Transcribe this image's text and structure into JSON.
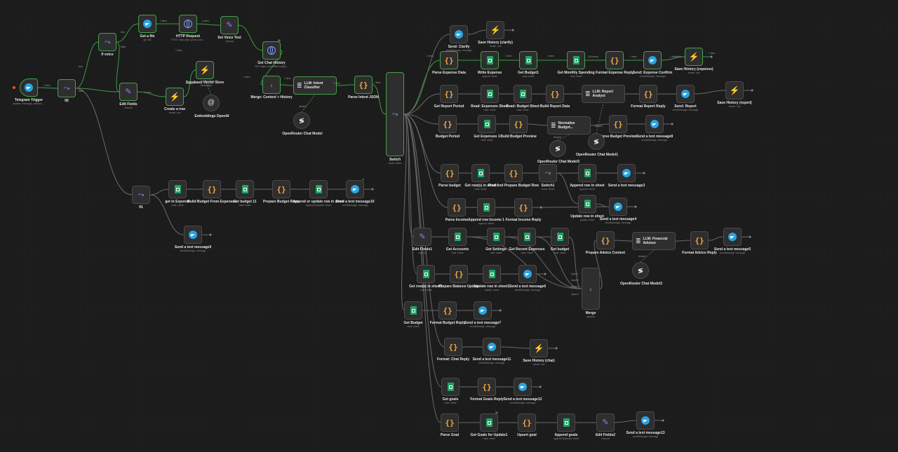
{
  "nodes": [
    {
      "id": "tg",
      "label": "Telegram Trigger",
      "sub": "updates: message, callback_...",
      "icon": "telegram-icon",
      "kind": "trigger",
      "done": true
    },
    {
      "id": "if2",
      "label": "If2",
      "sub": "",
      "icon": "switch-icon",
      "done": true
    },
    {
      "id": "ifvoice",
      "label": "If voice",
      "sub": "",
      "icon": "switch-icon",
      "done": true
    },
    {
      "id": "getfile",
      "label": "Get a file",
      "sub": "get: file",
      "icon": "telegram-icon",
      "done": true
    },
    {
      "id": "httpreq",
      "label": "HTTP Request",
      "sub": "POST: https://api.openai.com...",
      "icon": "globe-icon",
      "done": true
    },
    {
      "id": "setvoice",
      "label": "Set Voice Text",
      "sub": "manual",
      "icon": "edit-icon",
      "done": true
    },
    {
      "id": "getchat",
      "label": "Get Chat History",
      "sub": "GET: https://u.localdb/chat/get...",
      "icon": "globe-icon",
      "done": true,
      "badge": "11"
    },
    {
      "id": "editfields",
      "label": "Edit Fields",
      "sub": "manual",
      "icon": "edit-icon",
      "done": true
    },
    {
      "id": "createrow",
      "label": "Create a row",
      "sub": "create: row",
      "icon": "bolt-icon",
      "done": true
    },
    {
      "id": "supabase",
      "label": "Supabase Vector Store",
      "sub": "",
      "icon": "vector-icon",
      "done": true
    },
    {
      "id": "embed",
      "label": "Embeddings OpenAI",
      "sub": "",
      "icon": "at-icon",
      "kind": "sub"
    },
    {
      "id": "mergectx",
      "label": "Merge: Context + History",
      "sub": "",
      "icon": "merge-icon",
      "done": true
    },
    {
      "id": "llmintent",
      "label": "LLM: Intent Classifier",
      "sub": "",
      "icon": "ai-icon",
      "kind": "wide",
      "done": true
    },
    {
      "id": "orchat",
      "label": "OpenRouter Chat Model",
      "sub": "",
      "icon": "openrouter-icon",
      "kind": "sub"
    },
    {
      "id": "parseintent",
      "label": "Parse Intent JSON",
      "sub": "",
      "icon": "code-icon",
      "done": true
    },
    {
      "id": "switch",
      "label": "Switch",
      "sub": "mode: Rules",
      "icon": "switch-icon",
      "kind": "tall",
      "done": true
    },
    {
      "id": "sendclarify",
      "label": "Send: Clarify",
      "sub": "sendMessage: message",
      "icon": "telegram-icon"
    },
    {
      "id": "savehistclarify",
      "label": "Save History (clarify)",
      "sub": "create: row",
      "icon": "bolt-icon"
    },
    {
      "id": "parseexp",
      "label": "Parse Expense Data",
      "sub": "",
      "icon": "code-icon",
      "done": true
    },
    {
      "id": "writeexp",
      "label": "Write Expense",
      "sub": "append: sheet",
      "icon": "sheet-icon",
      "done": true
    },
    {
      "id": "getbudget1",
      "label": "Get Budget1",
      "sub": "read: sheet",
      "icon": "sheet-icon",
      "done": true
    },
    {
      "id": "getmonthly",
      "label": "Get Monthly Spending",
      "sub": "read: sheet",
      "icon": "sheet-icon",
      "done": true
    },
    {
      "id": "formatexp",
      "label": "Format Expense Reply",
      "sub": "",
      "icon": "code-icon",
      "done": true
    },
    {
      "id": "sendexp",
      "label": "Send: Expense Confirm",
      "sub": "sendMessage: message",
      "icon": "telegram-icon",
      "done": true
    },
    {
      "id": "savehistexp",
      "label": "Save History (expense)",
      "sub": "create: row",
      "icon": "bolt-icon",
      "done": true
    },
    {
      "id": "getreportperiod",
      "label": "Get Report Period",
      "sub": "",
      "icon": "code-icon"
    },
    {
      "id": "readexpsheet",
      "label": "Read: Expenses Sheet",
      "sub": "read: sheet",
      "icon": "sheet-icon"
    },
    {
      "id": "readbudgetsheet",
      "label": "Read: Budget Sheet",
      "sub": "read: sheet",
      "icon": "sheet-icon"
    },
    {
      "id": "buildreport",
      "label": "Build Report Data",
      "sub": "",
      "icon": "code-icon"
    },
    {
      "id": "llmreport",
      "label": "LLM: Report Analyst",
      "sub": "",
      "icon": "ai-icon",
      "kind": "wide"
    },
    {
      "id": "formatreport",
      "label": "Format Report Reply",
      "sub": "",
      "icon": "code-icon"
    },
    {
      "id": "sendreport",
      "label": "Send: Report",
      "sub": "sendMessage: message",
      "icon": "telegram-icon"
    },
    {
      "id": "savehistreport",
      "label": "Save History (report)",
      "sub": "create: row",
      "icon": "bolt-icon"
    },
    {
      "id": "budgetperiod",
      "label": "Budget Period",
      "sub": "",
      "icon": "code-icon"
    },
    {
      "id": "getexp1",
      "label": "Get Expenses 1",
      "sub": "read: sheet",
      "icon": "sheet-icon"
    },
    {
      "id": "buildbudgetprev",
      "label": "Build Budget Preview",
      "sub": "",
      "icon": "code-icon"
    },
    {
      "id": "normbudget",
      "label": "Normalize Budget...",
      "sub": "",
      "icon": "ai-icon",
      "kind": "wide"
    },
    {
      "id": "parsebudgetprev",
      "label": "Parse Budget Preview",
      "sub": "",
      "icon": "code-icon"
    },
    {
      "id": "sendmsg8",
      "label": "Send a text message8",
      "sub": "sendMessage: message",
      "icon": "telegram-icon"
    },
    {
      "id": "orchat3",
      "label": "OpenRouter Chat Model3",
      "sub": "",
      "icon": "openrouter-icon",
      "kind": "sub"
    },
    {
      "id": "orchat1",
      "label": "OpenRouter Chat Model1",
      "sub": "",
      "icon": "openrouter-icon",
      "kind": "sub"
    },
    {
      "id": "parsebudget",
      "label": "Parse budget",
      "sub": "",
      "icon": "code-icon"
    },
    {
      "id": "getrowsinsheet",
      "label": "Get row(s) in sheet",
      "sub": "read: sheet",
      "icon": "sheet-icon"
    },
    {
      "id": "findprepbudget",
      "label": "Find And Prepare Budget Row",
      "sub": "",
      "icon": "code-icon"
    },
    {
      "id": "switch1",
      "label": "Switch1",
      "sub": "mode: Rules",
      "icon": "switch-icon"
    },
    {
      "id": "appendrowsheet",
      "label": "Append row in sheet",
      "sub": "append: sheet",
      "icon": "sheet-icon"
    },
    {
      "id": "sendmsg3",
      "label": "Send a text message3",
      "sub": "",
      "icon": "telegram-icon"
    },
    {
      "id": "updaterowsheet",
      "label": "Update row in sheet",
      "sub": "update: sheet",
      "icon": "sheet-icon"
    },
    {
      "id": "sendmsg4",
      "label": "Send a text message4",
      "sub": "sendMessage: message",
      "icon": "telegram-icon"
    },
    {
      "id": "parseincome",
      "label": "Parse Income",
      "sub": "",
      "icon": "code-icon"
    },
    {
      "id": "appendincome",
      "label": "Append row Income 1",
      "sub": "append: sheet",
      "icon": "sheet-icon"
    },
    {
      "id": "formatincome",
      "label": "Format Income Reply",
      "sub": "",
      "icon": "code-icon"
    },
    {
      "id": "editfields1",
      "label": "Edit Fields1",
      "sub": "manual",
      "icon": "edit-icon"
    },
    {
      "id": "getaccounts",
      "label": "Get Accounts",
      "sub": "read: sheet",
      "icon": "sheet-icon"
    },
    {
      "id": "getsettings",
      "label": "Get Settings",
      "sub": "read: sheet",
      "icon": "sheet-icon"
    },
    {
      "id": "getrecentexp",
      "label": "Get Recent Expenses",
      "sub": "read: sheet",
      "icon": "sheet-icon"
    },
    {
      "id": "getbudget",
      "label": "Get budget",
      "sub": "read: sheet",
      "icon": "sheet-icon"
    },
    {
      "id": "prepadvice",
      "label": "Prepare Advice Context",
      "sub": "",
      "icon": "code-icon"
    },
    {
      "id": "llmfinance",
      "label": "LLM: Financial Advisor",
      "sub": "",
      "icon": "ai-icon",
      "kind": "wide"
    },
    {
      "id": "formatadvice",
      "label": "Format Advice Reply",
      "sub": "",
      "icon": "code-icon"
    },
    {
      "id": "sendmsg5",
      "label": "Send a text message5",
      "sub": "sendMessage: message",
      "icon": "telegram-icon"
    },
    {
      "id": "orchat2",
      "label": "OpenRouter Chat Model2",
      "sub": "",
      "icon": "openrouter-icon",
      "kind": "sub"
    },
    {
      "id": "merge",
      "label": "Merge",
      "sub": "append",
      "icon": "merge-icon",
      "kind": "xtall"
    },
    {
      "id": "getrowsinsheet1",
      "label": "Get row(s) in sheet1",
      "sub": "read: sheet",
      "icon": "sheet-icon"
    },
    {
      "id": "prepbalance",
      "label": "Prepare Balance Update",
      "sub": "",
      "icon": "code-icon"
    },
    {
      "id": "updaterowsheet1",
      "label": "Update row in sheet1",
      "sub": "update: sheet",
      "icon": "sheet-icon"
    },
    {
      "id": "sendmsg6",
      "label": "Send a text message6",
      "sub": "sendMessage: message",
      "icon": "telegram-icon"
    },
    {
      "id": "getbudget2",
      "label": "Get Budget",
      "sub": "read: sheet",
      "icon": "sheet-icon"
    },
    {
      "id": "formatbudget",
      "label": "Format Budget Reply",
      "sub": "",
      "icon": "code-icon"
    },
    {
      "id": "sendmsg7",
      "label": "Send a text message7",
      "sub": "sendMessage: message",
      "icon": "telegram-icon"
    },
    {
      "id": "formatchat",
      "label": "Format: Chat Reply",
      "sub": "",
      "icon": "code-icon"
    },
    {
      "id": "sendmsg11",
      "label": "Send a text message11",
      "sub": "sendMessage: message",
      "icon": "telegram-icon"
    },
    {
      "id": "savehistchat",
      "label": "Save History (chat)",
      "sub": "create: row",
      "icon": "bolt-icon"
    },
    {
      "id": "getgoals",
      "label": "Get goals",
      "sub": "read: sheet",
      "icon": "sheet-icon"
    },
    {
      "id": "formatgoals",
      "label": "Format Goals Reply",
      "sub": "",
      "icon": "code-icon"
    },
    {
      "id": "sendmsg12",
      "label": "Send a text message12",
      "sub": "sendMessage: message",
      "icon": "telegram-icon"
    },
    {
      "id": "parsegoal",
      "label": "Parse Goal",
      "sub": "",
      "icon": "code-icon"
    },
    {
      "id": "getgoalsupdate",
      "label": "Get Goals for Update1",
      "sub": "read: sheet",
      "icon": "sheet-icon",
      "badge": "11"
    },
    {
      "id": "upsertgoal",
      "label": "Upsert goal",
      "sub": "",
      "icon": "code-icon"
    },
    {
      "id": "appendgoals",
      "label": "Append goals",
      "sub": "appendOrUpdate: sheet",
      "icon": "sheet-icon"
    },
    {
      "id": "editfields2",
      "label": "Edit Fields2",
      "sub": "manual",
      "icon": "edit-icon"
    },
    {
      "id": "sendmsg13",
      "label": "Send a text message13",
      "sub": "sendMessage: message",
      "icon": "telegram-icon"
    },
    {
      "id": "if1",
      "label": "If1",
      "sub": "",
      "icon": "switch-icon"
    },
    {
      "id": "getinexpense",
      "label": "get In Expense",
      "sub": "read: sheet",
      "icon": "sheet-icon"
    },
    {
      "id": "buildbudgetfrom",
      "label": "Build Budget From Expenses",
      "sub": "",
      "icon": "code-icon"
    },
    {
      "id": "getbudget11",
      "label": "Get budget 11",
      "sub": "read: sheet",
      "icon": "sheet-icon"
    },
    {
      "id": "prepbudgetrows",
      "label": "Prepare Budget Rows",
      "sub": "",
      "icon": "code-icon"
    },
    {
      "id": "appendupdatesheet",
      "label": "Append or update row in sheet",
      "sub": "appendOrUpdate: sheet",
      "icon": "sheet-icon"
    },
    {
      "id": "sendmsg10",
      "label": "Send a text message10",
      "sub": "sendMessage: message",
      "icon": "telegram-icon",
      "badge": "1"
    },
    {
      "id": "sendmsg9",
      "label": "Send a text message9",
      "sub": "sendMessage: message",
      "icon": "telegram-icon"
    }
  ],
  "edge_labels": [
    {
      "id": "e-tg",
      "text": "1 item"
    },
    {
      "id": "e-if2-true",
      "text": "true"
    },
    {
      "id": "e-if2-false",
      "text": "false"
    },
    {
      "id": "e-ifv-true",
      "text": "true"
    },
    {
      "id": "e-ifv-false",
      "text": "false"
    },
    {
      "id": "e-getfile",
      "text": "1 item"
    },
    {
      "id": "e-http",
      "text": "1 item"
    },
    {
      "id": "e-setvoice",
      "text": "1 item"
    },
    {
      "id": "e-edit",
      "text": "1 item"
    },
    {
      "id": "e-create",
      "text": "1 item"
    },
    {
      "id": "e-merge-in",
      "text": "1 item"
    },
    {
      "id": "e-merge-out",
      "text": "1 item"
    },
    {
      "id": "e-llm",
      "text": "1 item"
    },
    {
      "id": "e-parse",
      "text": "1 item"
    },
    {
      "id": "e-exp1",
      "text": "1 item"
    },
    {
      "id": "e-exp2",
      "text": "1 item"
    },
    {
      "id": "e-exp3",
      "text": "1 item"
    },
    {
      "id": "e-exp4",
      "text": "116 items"
    },
    {
      "id": "e-exp5",
      "text": "1 item"
    },
    {
      "id": "e-exp6",
      "text": "1 item"
    },
    {
      "id": "e-exp7",
      "text": "1 item"
    },
    {
      "id": "e-hist",
      "text": "1 item"
    },
    {
      "id": "e-model",
      "text": "Model*"
    },
    {
      "id": "e-model2",
      "text": "Model*"
    },
    {
      "id": "e-model3",
      "text": "Model*"
    },
    {
      "id": "e-model4",
      "text": "Model*"
    },
    {
      "id": "e-embed",
      "text": "Embeddings"
    },
    {
      "id": "e-rec",
      "text": "Record(s)*"
    },
    {
      "id": "e-in1",
      "text": "Input 1"
    },
    {
      "id": "e-in2",
      "text": "Input 2"
    },
    {
      "id": "e-in3",
      "text": "Input 3"
    },
    {
      "id": "e-in4",
      "text": "Input 4"
    }
  ]
}
